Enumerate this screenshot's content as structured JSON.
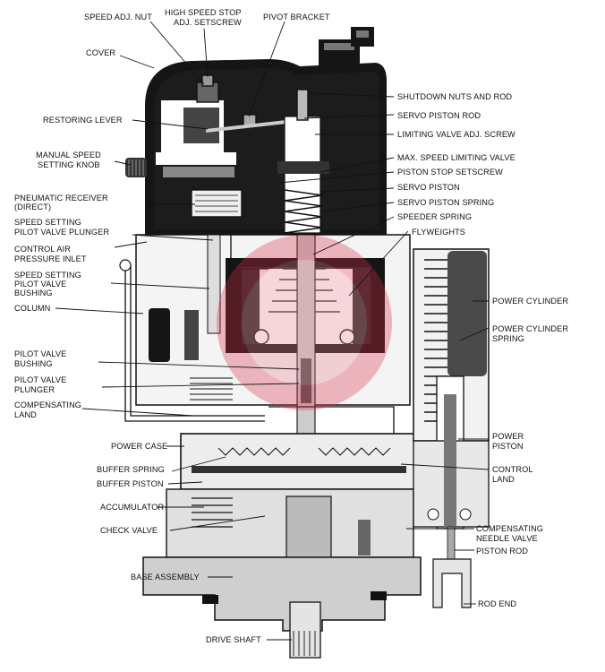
{
  "labels": {
    "speed_adj_nut": "SPEED ADJ. NUT",
    "high_speed_stop_1": "HIGH SPEED STOP",
    "high_speed_stop_2": "ADJ. SETSCREW",
    "pivot_bracket": "PIVOT BRACKET",
    "cover": "COVER",
    "shutdown_nuts": "SHUTDOWN NUTS AND ROD",
    "restoring_lever": "RESTORING LEVER",
    "servo_piston_rod": "SERVO PISTON ROD",
    "limiting_valve_adj": "LIMITING VALVE ADJ. SCREW",
    "manual_speed_1": "MANUAL SPEED",
    "manual_speed_2": "SETTING KNOB",
    "max_speed_limiting": "MAX. SPEED LIMITING VALVE",
    "piston_stop_setscrew": "PISTON STOP SETSCREW",
    "servo_piston": "SERVO PISTON",
    "pneumatic_receiver_1": "PNEUMATIC RECEIVER",
    "pneumatic_receiver_2": "(DIRECT)",
    "servo_piston_spring": "SERVO PISTON SPRING",
    "speed_setting_plunger_1": "SPEED SETTING",
    "speed_setting_plunger_2": "PILOT VALVE PLUNGER",
    "speeder_spring": "SPEEDER SPRING",
    "flyweights": "FLYWEIGHTS",
    "control_air_1": "CONTROL AIR",
    "control_air_2": "PRESSURE INLET",
    "speed_setting_bushing_1": "SPEED SETTING",
    "speed_setting_bushing_2": "PILOT VALVE",
    "speed_setting_bushing_3": "BUSHING",
    "column": "COLUMN",
    "power_cylinder": "POWER CYLINDER",
    "power_cylinder_spring_1": "POWER CYLINDER",
    "power_cylinder_spring_2": "SPRING",
    "pilot_valve_bushing_1": "PILOT VALVE",
    "pilot_valve_bushing_2": "BUSHING",
    "pilot_valve_plunger_1": "PILOT VALVE",
    "pilot_valve_plunger_2": "PLUNGER",
    "compensating_land_1": "COMPENSATING",
    "compensating_land_2": "LAND",
    "power_piston_1": "POWER",
    "power_piston_2": "PISTON",
    "power_case": "POWER CASE",
    "buffer_spring": "BUFFER SPRING",
    "control_land_1": "CONTROL",
    "control_land_2": "LAND",
    "buffer_piston": "BUFFER PISTON",
    "accumulator": "ACCUMULATOR",
    "check_valve": "CHECK VALVE",
    "compensating_needle_1": "COMPENSATING",
    "compensating_needle_2": "NEEDLE VALVE",
    "piston_rod": "PISTON ROD",
    "base_assembly": "BASE ASSEMBLY",
    "rod_end": "ROD END",
    "drive_shaft": "DRIVE SHAFT"
  },
  "colors": {
    "ink": "#111111",
    "watermark": "#d9304a"
  }
}
